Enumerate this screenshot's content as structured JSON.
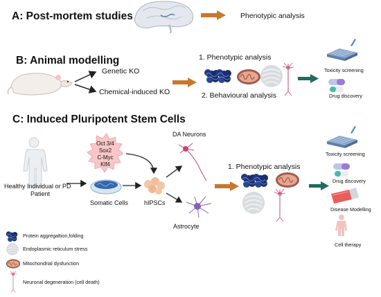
{
  "section_a": {
    "title": "A: Post-mortem studies",
    "outcome": "Phenotypic analysis"
  },
  "section_b": {
    "title": "B: Animal modelling",
    "branch_1": "Genetic KO",
    "branch_2": "Chemical-induced KO",
    "analysis_1": "1. Phenotypic analysis",
    "analysis_2": "2. Behavioural  analysis",
    "app_1": "Toxicity screening",
    "app_2": "Drug discovery"
  },
  "section_c": {
    "title": "C: Induced Pluripotent Stem Cells",
    "factors": [
      "Oct 3/4",
      "Sox2",
      "C-Myc",
      "Klf4"
    ],
    "source_line_1": "Healthy Individual or PD",
    "source_line_2": "Patient",
    "somatic": "Somatic Cells",
    "hipsc": "hIPSCs",
    "da_neurons": "DA Neurons",
    "astrocyte": "Astrocyte",
    "analysis": "1. Phenotypic analysis",
    "app_1": "Toxicity screening",
    "app_2": "Drug discovery",
    "app_3": "Disease Modelling",
    "app_4": "Cell therapy"
  },
  "legend": [
    {
      "label": "Protein aggregaltion,folding",
      "icon": "protein-aggregate-icon"
    },
    {
      "label": "Endoplasmic reticulum stress",
      "icon": "er-stress-icon"
    },
    {
      "label": "Mitochondrial dysfunction",
      "icon": "mitochondria-icon"
    },
    {
      "label": "Neuronal degeneration (cell death)",
      "icon": "neuron-icon"
    }
  ],
  "colors": {
    "orange_arrow": "#c8782a",
    "teal_arrow": "#1f6b5e",
    "protein_blue": "#1a2e6e",
    "mito_brown": "#a4584a",
    "er_grey": "#d4d8dc",
    "neuron_pink": "#c2477a",
    "neuron_purple": "#8a5fb2",
    "factor_pink": "#f7c6c6"
  }
}
